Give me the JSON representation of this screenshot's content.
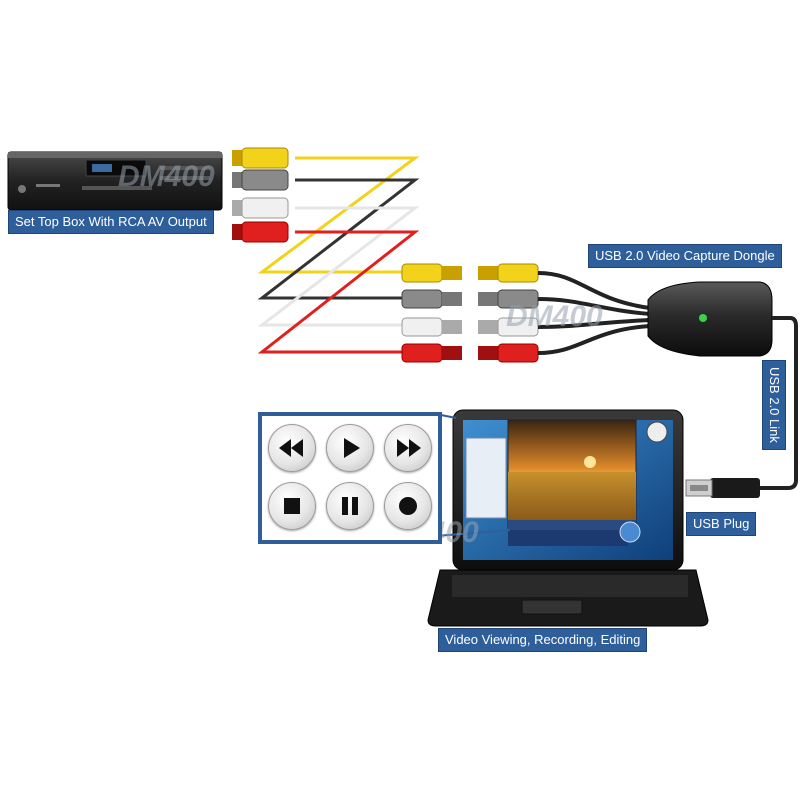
{
  "labels": {
    "set_top_box": "Set Top Box With RCA AV Output",
    "capture_dongle": "USB 2.0 Video Capture Dongle",
    "usb_link": "USB 2.0 Link",
    "usb_plug": "USB Plug",
    "video_app": "Video Viewing, Recording, Editing"
  },
  "watermark": "DM400",
  "colors": {
    "label_bg": "#2f5f9b",
    "cable_yellow": "#f2d21a",
    "cable_white": "#e6e6e6",
    "cable_red": "#e0201e",
    "cable_black": "#333333"
  },
  "controls": {
    "buttons": [
      "rewind-icon",
      "play-icon",
      "fast-forward-icon",
      "stop-icon",
      "pause-icon",
      "record-icon"
    ]
  }
}
